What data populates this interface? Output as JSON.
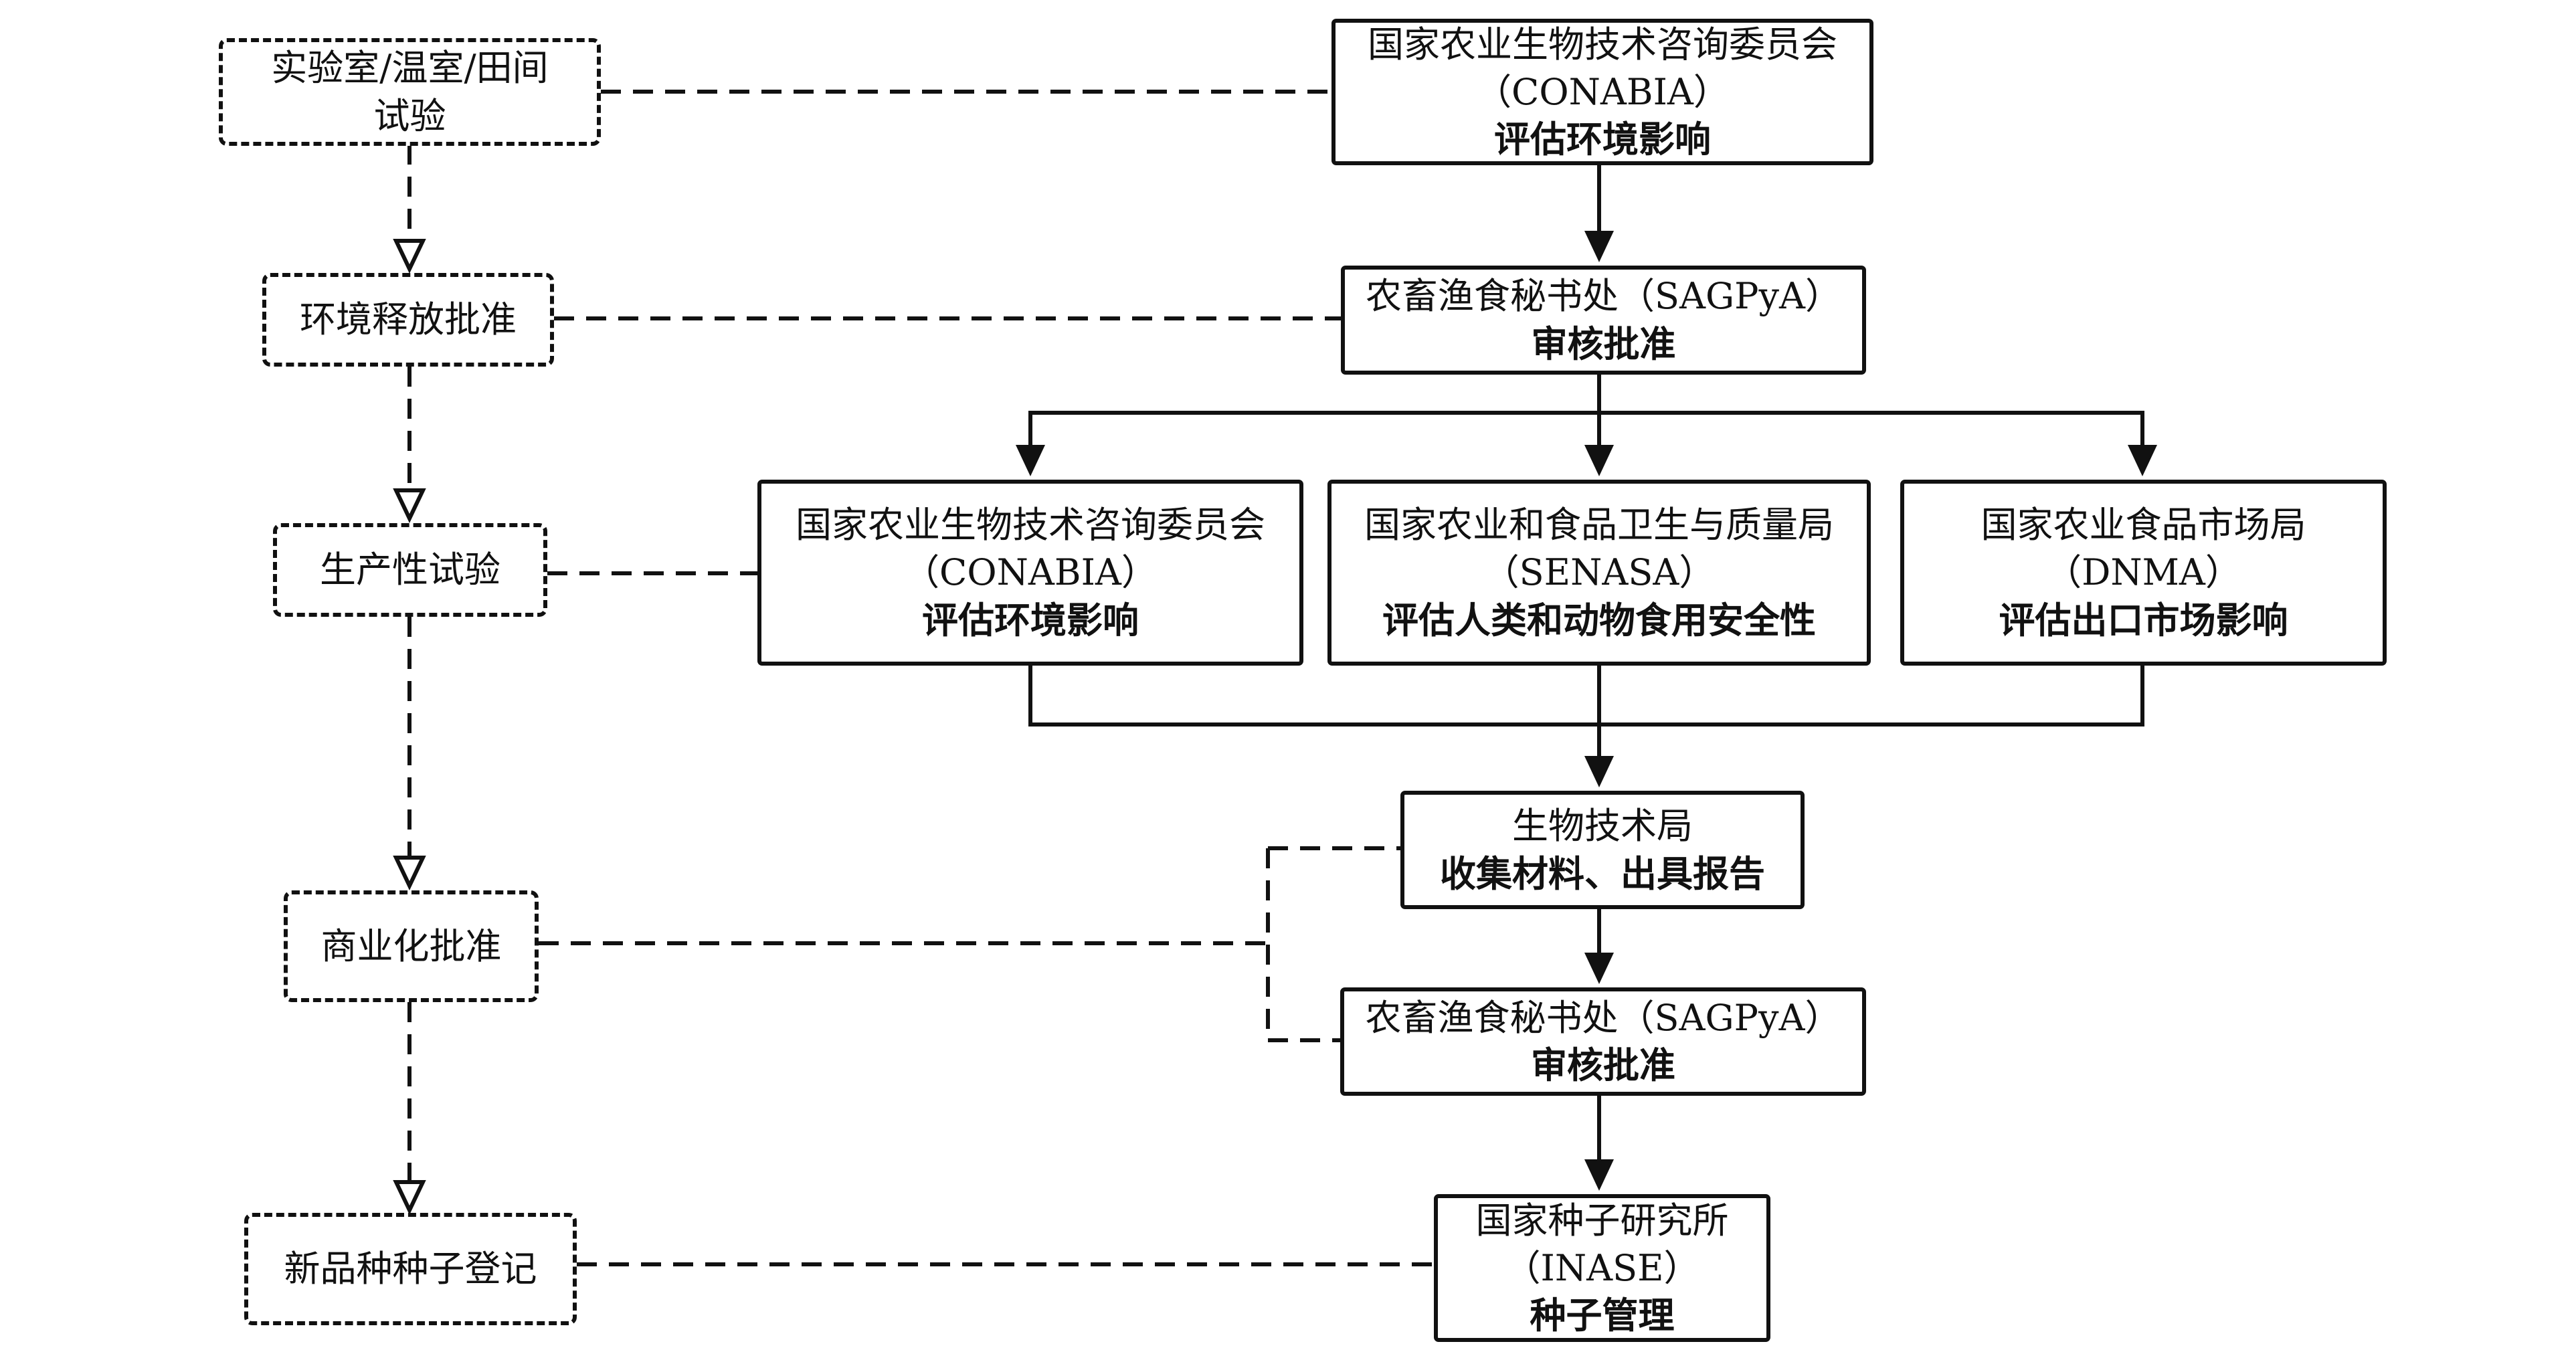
{
  "stages": {
    "lab_trial": [
      "实验室/温室/田间",
      "试验"
    ],
    "env_release": "环境释放批准",
    "production_trial": "生产性试验",
    "commercial_approval": "商业化批准",
    "seed_registration": "新品种种子登记"
  },
  "agencies": {
    "conabia_1": {
      "name": "国家农业生物技术咨询委员会",
      "abbr": "（CONABIA）",
      "task": "评估环境影响"
    },
    "sagpya_1": {
      "name": "农畜渔食秘书处（SAGPyA）",
      "task": "审核批准"
    },
    "conabia_2": {
      "name": "国家农业生物技术咨询委员会",
      "abbr": "（CONABIA）",
      "task": "评估环境影响"
    },
    "senasa": {
      "name": "国家农业和食品卫生与质量局",
      "abbr": "（SENASA）",
      "task": "评估人类和动物食用安全性"
    },
    "dnma": {
      "name": "国家农业食品市场局",
      "abbr": "（DNMA）",
      "task": "评估出口市场影响"
    },
    "biotech": {
      "name": "生物技术局",
      "task": "收集材料、出具报告"
    },
    "sagpya_2": {
      "name": "农畜渔食秘书处（SAGPyA）",
      "task": "审核批准"
    },
    "inase": {
      "name": "国家种子研究所",
      "abbr": "（INASE）",
      "task": "种子管理"
    }
  }
}
